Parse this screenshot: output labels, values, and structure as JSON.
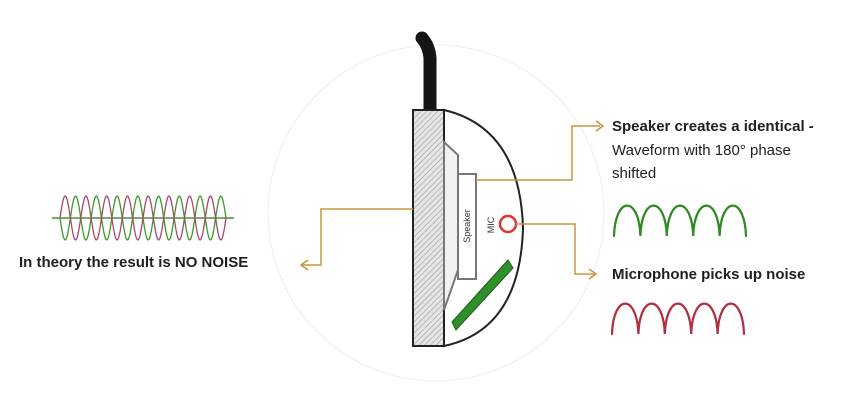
{
  "labels": {
    "speaker_heading": "Speaker creates a identical -",
    "speaker_line2": "Waveform with 180° phase",
    "speaker_line3": "shifted",
    "microphone": "Microphone picks up noise",
    "result": "In theory the result is NO NOISE"
  },
  "device_labels": {
    "speaker": "Speaker",
    "mic": "MIC"
  },
  "colors": {
    "leader_line": "#c9963f",
    "anti_noise_wave": "#2e8b1f",
    "noise_wave": "#b0303f",
    "mic_ring": "#e0342c",
    "pcb": "#2f8f2a",
    "outline": "#333333",
    "cancel_wave_green": "#3a9a2a",
    "cancel_wave_magenta": "#a8476e"
  }
}
